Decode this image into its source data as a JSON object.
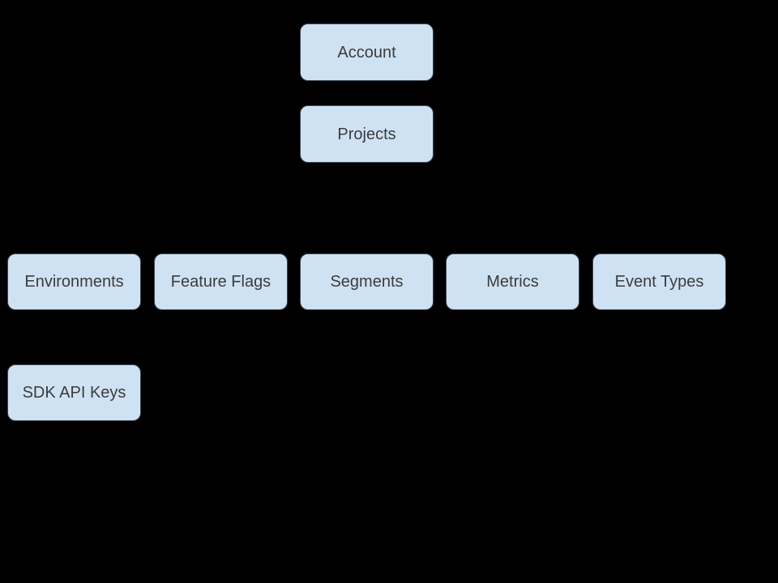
{
  "diagram": {
    "background_color": "#000000",
    "box_fill_color": "#cfe2f3",
    "box_border_color": "#3e4a52",
    "text_color": "#3c3c3c",
    "nodes": [
      {
        "id": "account",
        "label": "Account"
      },
      {
        "id": "projects",
        "label": "Projects"
      },
      {
        "id": "environments",
        "label": "Environments"
      },
      {
        "id": "feature-flags",
        "label": "Feature Flags"
      },
      {
        "id": "segments",
        "label": "Segments"
      },
      {
        "id": "metrics",
        "label": "Metrics"
      },
      {
        "id": "event-types",
        "label": "Event Types"
      },
      {
        "id": "sdk-api-keys",
        "label": "SDK API Keys"
      }
    ]
  }
}
